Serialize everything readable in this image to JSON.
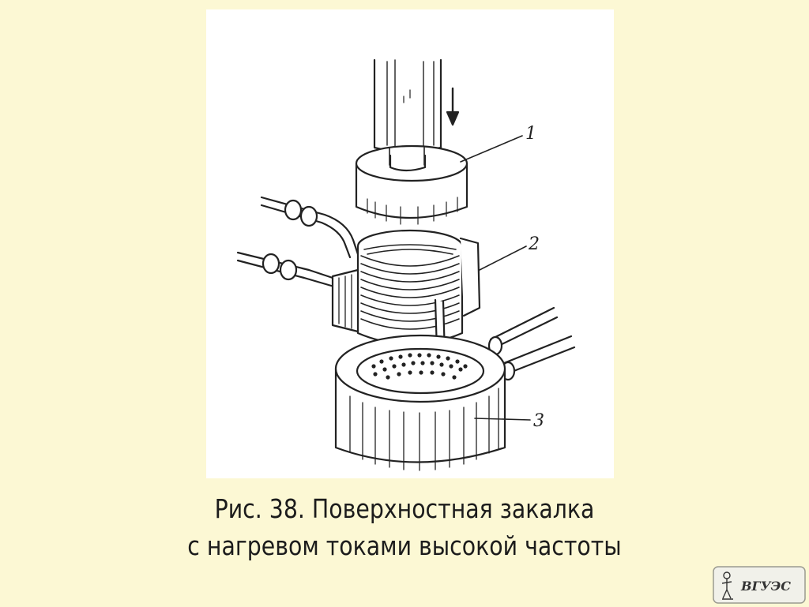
{
  "caption": {
    "line1": "Рис. 38. Поверхностная закалка",
    "line2": "с нагревом токами высокой частоты"
  },
  "figure": {
    "callouts": [
      "1",
      "2",
      "3"
    ]
  },
  "logo": {
    "text": "ВГУЭС"
  },
  "colors": {
    "background": "#fcf8d4",
    "panel": "#ffffff",
    "ink": "#1c1c1c"
  }
}
